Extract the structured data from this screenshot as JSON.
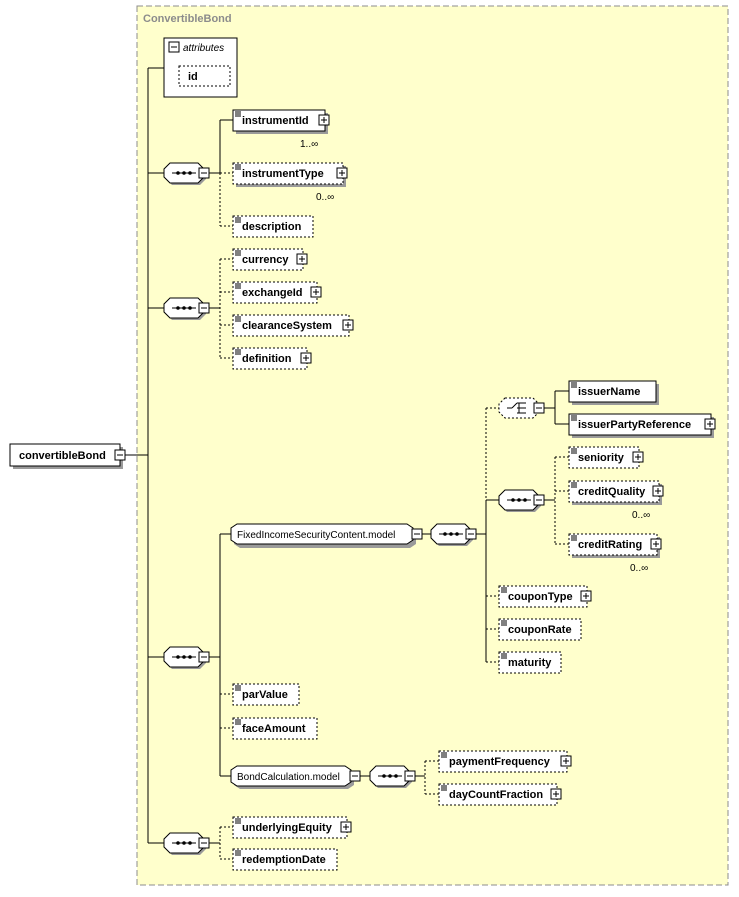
{
  "container": {
    "title": "ConvertibleBond"
  },
  "root": {
    "label": "convertibleBond"
  },
  "attributes": {
    "header": "attributes",
    "items": [
      "id"
    ]
  },
  "groups": {
    "instrument": [
      {
        "label": "instrumentId",
        "cardinality": "1..∞"
      },
      {
        "label": "instrumentType",
        "cardinality": "0..∞"
      },
      {
        "label": "description",
        "cardinality": ""
      }
    ],
    "exchange": [
      {
        "label": "currency"
      },
      {
        "label": "exchangeId"
      },
      {
        "label": "clearanceSystem"
      },
      {
        "label": "definition"
      }
    ],
    "fixed_income_model": "FixedIncomeSecurityContent.model",
    "issuer": [
      {
        "label": "issuerName"
      },
      {
        "label": "issuerPartyReference"
      }
    ],
    "credit": [
      {
        "label": "seniority",
        "cardinality": ""
      },
      {
        "label": "creditQuality",
        "cardinality": "0..∞"
      },
      {
        "label": "creditRating",
        "cardinality": "0..∞"
      }
    ],
    "coupon": [
      {
        "label": "couponType"
      },
      {
        "label": "couponRate"
      },
      {
        "label": "maturity"
      }
    ],
    "amounts": [
      {
        "label": "parValue"
      },
      {
        "label": "faceAmount"
      }
    ],
    "bond_calc_model": "BondCalculation.model",
    "bond_calc": [
      {
        "label": "paymentFrequency"
      },
      {
        "label": "dayCountFraction"
      }
    ],
    "equity": [
      {
        "label": "underlyingEquity"
      },
      {
        "label": "redemptionDate"
      }
    ]
  },
  "colors": {
    "container_bg": "#ffffcc",
    "container_border": "#8c8c8c",
    "shadow": "#9a9a9a"
  }
}
